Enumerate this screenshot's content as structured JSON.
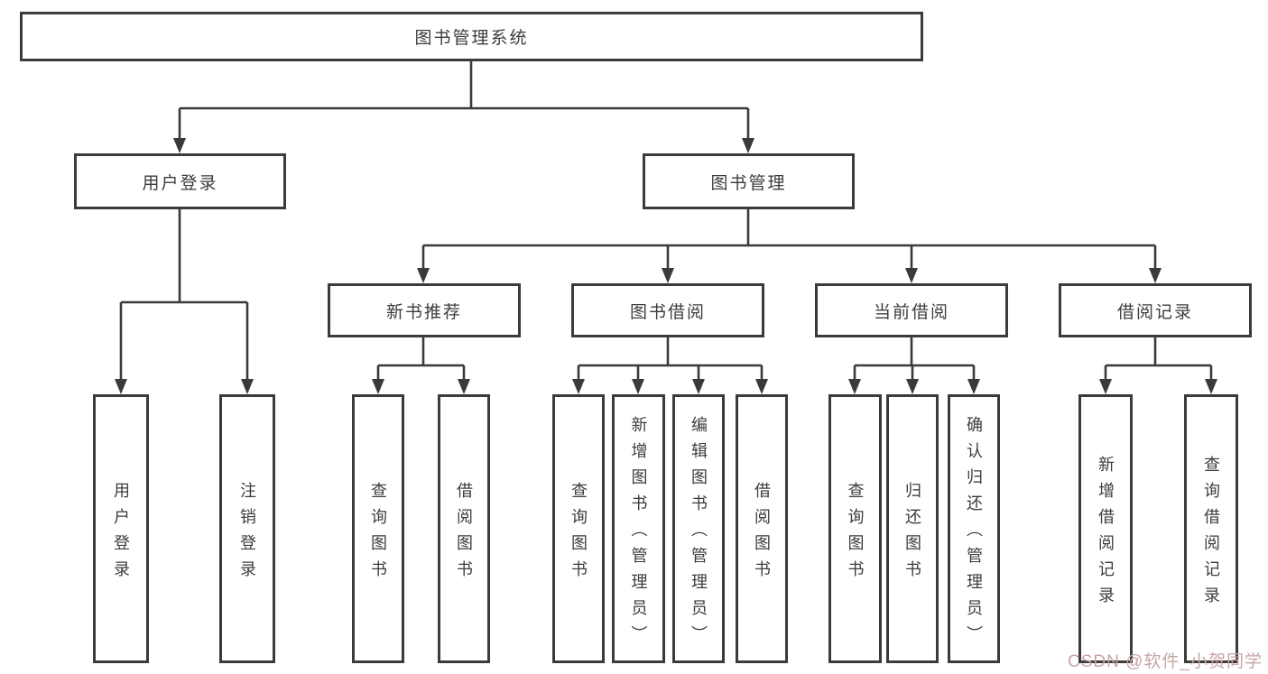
{
  "diagram": {
    "root": {
      "label": "图书管理系统"
    },
    "level2": [
      {
        "id": "user-login",
        "label": "用户登录",
        "parent": "图书管理系统"
      },
      {
        "id": "book-management",
        "label": "图书管理",
        "parent": "图书管理系统"
      }
    ],
    "level3": [
      {
        "id": "new-book-recommend",
        "label": "新书推荐",
        "parent": "图书管理"
      },
      {
        "id": "book-borrowing",
        "label": "图书借阅",
        "parent": "图书管理"
      },
      {
        "id": "current-borrowing",
        "label": "当前借阅",
        "parent": "图书管理"
      },
      {
        "id": "borrow-records",
        "label": "借阅记录",
        "parent": "图书管理"
      }
    ],
    "leaves": [
      {
        "label": "用户登录",
        "parent": "用户登录"
      },
      {
        "label": "注销登录",
        "parent": "用户登录"
      },
      {
        "label": "查询图书",
        "parent": "新书推荐"
      },
      {
        "label": "借阅图书",
        "parent": "新书推荐"
      },
      {
        "label": "查询图书",
        "parent": "图书借阅"
      },
      {
        "label": "新增图书（管理员）",
        "parent": "图书借阅"
      },
      {
        "label": "编辑图书（管理员）",
        "parent": "图书借阅"
      },
      {
        "label": "借阅图书",
        "parent": "图书借阅"
      },
      {
        "label": "查询图书",
        "parent": "当前借阅"
      },
      {
        "label": "归还图书",
        "parent": "当前借阅"
      },
      {
        "label": "确认归还（管理员）",
        "parent": "当前借阅"
      },
      {
        "label": "新增借阅记录",
        "parent": "借阅记录"
      },
      {
        "label": "查询借阅记录",
        "parent": "借阅记录"
      }
    ]
  },
  "watermark": {
    "text": "CSDN @软件_小贺同学"
  },
  "colors": {
    "line": "#3a3a3a",
    "box_border": "#3b3b3b",
    "text": "#3c3c3c",
    "watermark": "#c9a4a4",
    "background": "#ffffff"
  }
}
